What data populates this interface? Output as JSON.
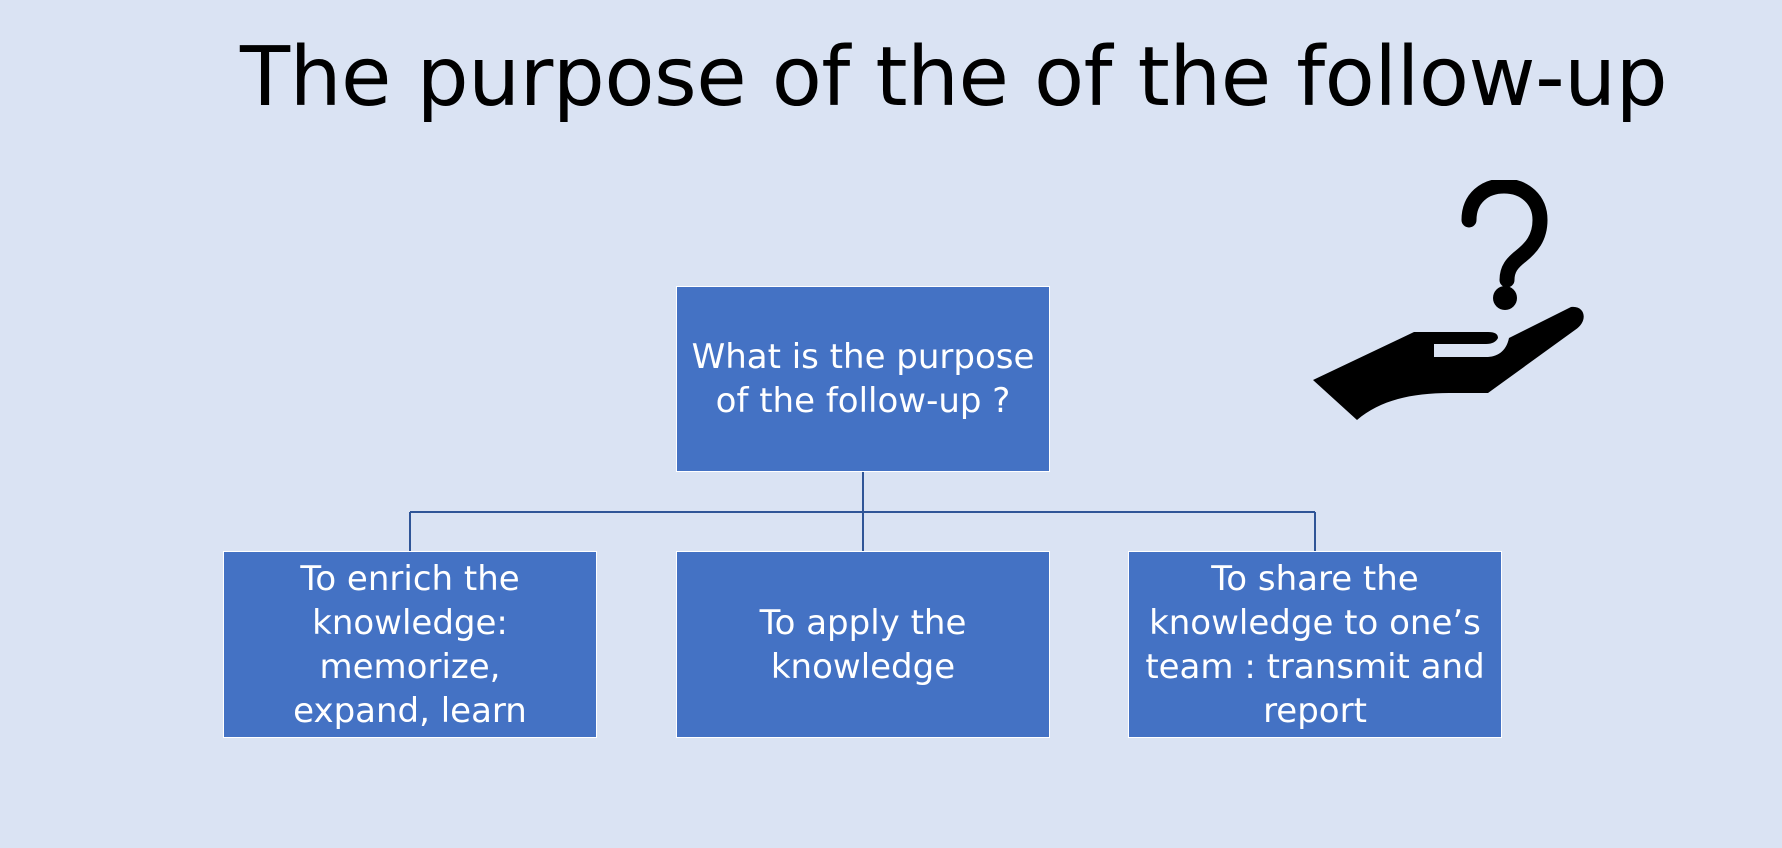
{
  "slide": {
    "title": "The purpose of the of the follow-up"
  },
  "diagram": {
    "root": {
      "label": "What is the purpose\nof the follow-up ?"
    },
    "children": [
      {
        "label": "To enrich the\nknowledge: memorize,\nexpand, learn"
      },
      {
        "label": "To apply the\nknowledge"
      },
      {
        "label": "To share the\nknowledge to one’s\nteam : transmit and\nreport"
      }
    ]
  },
  "colors": {
    "background": "#dae3f3",
    "box_fill": "#4472c4",
    "box_border": "#ffffff",
    "connector": "#2f5597",
    "text_on_box": "#ffffff",
    "icon": "#000000"
  },
  "icons": {
    "decoration": "hand-question-icon"
  }
}
